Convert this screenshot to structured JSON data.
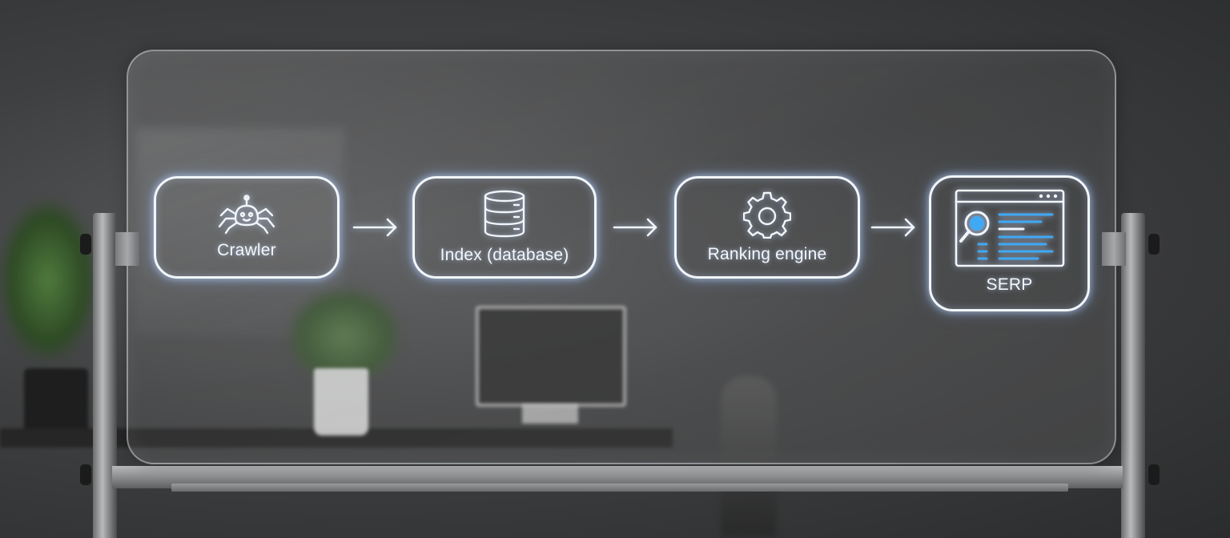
{
  "diagram": {
    "nodes": [
      {
        "id": "crawler",
        "label": "Crawler",
        "icon": "spider-icon"
      },
      {
        "id": "index",
        "label": "Index (database)",
        "icon": "database-icon"
      },
      {
        "id": "ranking",
        "label": "Ranking engine",
        "icon": "gear-icon"
      },
      {
        "id": "serp",
        "label": "SERP",
        "icon": "search-results-page-icon"
      }
    ],
    "edges": [
      {
        "from": "crawler",
        "to": "index"
      },
      {
        "from": "index",
        "to": "ranking"
      },
      {
        "from": "ranking",
        "to": "serp"
      }
    ],
    "colors": {
      "stroke": "#f2f6fb",
      "glow": "#bed7ff",
      "accent": "#3fa9f5"
    }
  }
}
